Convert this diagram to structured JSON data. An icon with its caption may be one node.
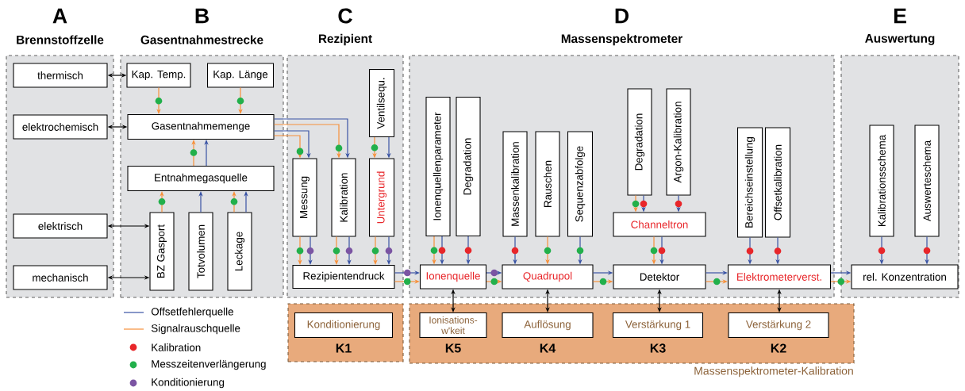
{
  "diagram": {
    "nodes": [
      {
        "text": [
          "A",
          "Brennstoffzelle"
        ]
      },
      {
        "text": [
          "thermisch"
        ],
        "in": 0
      },
      {
        "text": [
          "elektrochemisch"
        ],
        "in": 0
      },
      {
        "text": [
          "elektrisch"
        ],
        "in": 0
      },
      {
        "text": [
          "mechanisch"
        ],
        "in": 0
      },
      {
        "text": [
          "B",
          "Gasentnahmestrecke"
        ]
      },
      {
        "text": [
          "Kap. Temp."
        ],
        "in": 5
      },
      {
        "text": [
          "Kap. Länge"
        ],
        "in": 5
      },
      {
        "text": [
          "Gasentnahmemenge"
        ],
        "in": 5
      },
      {
        "text": [
          "Entnahmegasquelle"
        ],
        "in": 5
      },
      {
        "text": [
          "BZ Gasport"
        ],
        "in": 5
      },
      {
        "text": [
          "Totvolumen"
        ],
        "in": 5
      },
      {
        "text": [
          "Leckage"
        ],
        "in": 5
      },
      {
        "text": [
          "C",
          "Rezipient"
        ]
      },
      {
        "text": [
          "Ventilsequ."
        ],
        "in": 13
      },
      {
        "text": [
          "Messung"
        ],
        "in": 13
      },
      {
        "text": [
          "Kalibration"
        ],
        "in": 13
      },
      {
        "text": [
          "Untergrund"
        ],
        "in": 13
      },
      {
        "text": [
          "Rezipientendruck"
        ],
        "in": 13
      },
      {
        "text": [
          "D",
          "Massenspektrometer"
        ]
      },
      {
        "text": [
          "Ionenquellenparameter"
        ],
        "in": 19
      },
      {
        "text": [
          "Degradation"
        ],
        "in": 19
      },
      {
        "text": [
          "Massenkalibration"
        ],
        "in": 19
      },
      {
        "text": [
          "Rauschen"
        ],
        "in": 19
      },
      {
        "text": [
          "Sequenzabfolge"
        ],
        "in": 19
      },
      {
        "text": [
          "Degradation"
        ],
        "in": 19
      },
      {
        "text": [
          "Argon-Kalibration"
        ],
        "in": 19
      },
      {
        "text": [
          "Bereichseinstellung"
        ],
        "in": 19
      },
      {
        "text": [
          "Offsetkalibration"
        ],
        "in": 19
      },
      {
        "text": [
          "Ionenquelle"
        ],
        "in": 19
      },
      {
        "text": [
          "Quadrupol"
        ],
        "in": 19
      },
      {
        "text": [
          "Channeltron"
        ],
        "in": 19
      },
      {
        "text": [
          "Detektor"
        ],
        "in": 19
      },
      {
        "text": [
          "Elektrometerverst."
        ],
        "in": 19
      },
      {
        "text": [
          "E",
          "Auswertung"
        ]
      },
      {
        "text": [
          "Kalibrationsschema"
        ],
        "in": 34
      },
      {
        "text": [
          "Auswerteschema"
        ],
        "in": 34
      },
      {
        "text": [
          "rel. Konzentration"
        ],
        "in": 34
      },
      {
        "text": [],
        "shape": "box"
      },
      {
        "text": [
          "Konditionierung"
        ],
        "in": 38,
        "beside": [
          "K1"
        ]
      },
      {
        "text": [
          "Massenspektrometer-Kalibration"
        ]
      },
      {
        "text": [
          "Ionisations-w'keit"
        ],
        "in": 40,
        "beside": [
          "K5"
        ]
      },
      {
        "text": [
          "Auflösung"
        ],
        "in": 40,
        "beside": [
          "K4"
        ]
      },
      {
        "text": [
          "Verstärkung 1"
        ],
        "in": 40,
        "beside": [
          "K3"
        ]
      },
      {
        "text": [
          "Verstärkung 2"
        ],
        "in": 40,
        "beside": [
          "K2"
        ]
      }
    ],
    "edges": [
      {
        "from": 1,
        "to": 6,
        "arrow": "both",
        "color": "#000000"
      },
      {
        "from": 2,
        "to": 8,
        "arrow": "both",
        "color": "#000000"
      },
      {
        "from": 3,
        "to": 10,
        "arrow": "both",
        "color": "#000000"
      },
      {
        "from": 4,
        "to": 10,
        "arrow": "both",
        "color": "#000000"
      },
      {
        "from": 6,
        "to": 8,
        "arrow": "to",
        "color": "#f7903a"
      },
      {
        "from": 7,
        "to": 8,
        "arrow": "to",
        "color": "#f7903a"
      },
      {
        "from": 9,
        "to": 8,
        "arrow": "to",
        "color": "#f7903a"
      },
      {
        "from": 9,
        "to": 8,
        "arrow": "to",
        "color": "#3953a4"
      },
      {
        "from": 10,
        "to": 9,
        "arrow": "to",
        "color": "#f7903a"
      },
      {
        "from": 11,
        "to": 9,
        "arrow": "to",
        "color": "#3953a4"
      },
      {
        "from": 12,
        "to": 9,
        "arrow": "to",
        "color": "#f7903a"
      },
      {
        "from": 12,
        "to": 9,
        "arrow": "to",
        "color": "#3953a4"
      },
      {
        "from": 8,
        "to": 16,
        "arrow": "to",
        "color": "#3953a4"
      },
      {
        "from": 8,
        "to": 16,
        "arrow": "to",
        "color": "#f7903a"
      },
      {
        "from": 8,
        "to": 15,
        "arrow": "to",
        "color": "#3953a4"
      },
      {
        "from": 8,
        "to": 15,
        "arrow": "to",
        "color": "#f7903a"
      },
      {
        "from": 14,
        "to": 17,
        "arrow": "to",
        "color": "#f7903a"
      },
      {
        "from": 14,
        "to": 17,
        "arrow": "to",
        "color": "#3953a4"
      },
      {
        "from": 15,
        "to": 18,
        "arrow": "to",
        "color": "#f7903a"
      },
      {
        "from": 15,
        "to": 18,
        "arrow": "to",
        "color": "#3953a4"
      },
      {
        "from": 16,
        "to": 18,
        "arrow": "to",
        "color": "#f7903a"
      },
      {
        "from": 16,
        "to": 18,
        "arrow": "to",
        "color": "#3953a4"
      },
      {
        "from": 17,
        "to": 18,
        "arrow": "to",
        "color": "#f7903a"
      },
      {
        "from": 17,
        "to": 18,
        "arrow": "to",
        "color": "#3953a4"
      },
      {
        "from": 18,
        "to": 29,
        "arrow": "to",
        "color": "#3953a4"
      },
      {
        "from": 18,
        "to": 29,
        "arrow": "to",
        "color": "#f7903a"
      },
      {
        "from": 20,
        "to": 29,
        "arrow": "to",
        "color": "#f7903a"
      },
      {
        "from": 20,
        "to": 29,
        "arrow": "to",
        "color": "#3953a4"
      },
      {
        "from": 21,
        "to": 29,
        "arrow": "to",
        "color": "#3953a4"
      },
      {
        "from": 29,
        "to": 30,
        "arrow": "to",
        "color": "#3953a4"
      },
      {
        "from": 29,
        "to": 30,
        "arrow": "to",
        "color": "#f7903a"
      },
      {
        "from": 22,
        "to": 30,
        "arrow": "to",
        "color": "#3953a4"
      },
      {
        "from": 23,
        "to": 30,
        "arrow": "to",
        "color": "#f7903a"
      },
      {
        "from": 24,
        "to": 30,
        "arrow": "to",
        "color": "#3953a4"
      },
      {
        "from": 30,
        "to": 32,
        "arrow": "to",
        "color": "#3953a4"
      },
      {
        "from": 30,
        "to": 32,
        "arrow": "to",
        "color": "#f7903a"
      },
      {
        "from": 25,
        "to": 31,
        "arrow": "to",
        "color": "#f7903a"
      },
      {
        "from": 25,
        "to": 31,
        "arrow": "to",
        "color": "#3953a4"
      },
      {
        "from": 26,
        "to": 31,
        "arrow": "to",
        "color": "#3953a4"
      },
      {
        "from": 31,
        "to": 32,
        "arrow": "to",
        "color": "#f7903a"
      },
      {
        "from": 31,
        "to": 32,
        "arrow": "to",
        "color": "#3953a4"
      },
      {
        "from": 32,
        "to": 33,
        "arrow": "to",
        "color": "#3953a4"
      },
      {
        "from": 32,
        "to": 33,
        "arrow": "to",
        "color": "#f7903a"
      },
      {
        "from": 27,
        "to": 33,
        "arrow": "to",
        "color": "#3953a4"
      },
      {
        "from": 28,
        "to": 33,
        "arrow": "to",
        "color": "#3953a4"
      },
      {
        "from": 33,
        "to": 37,
        "arrow": "to",
        "color": "#3953a4"
      },
      {
        "from": 33,
        "to": 37,
        "arrow": "to",
        "color": "#f7903a"
      },
      {
        "from": 35,
        "to": 37,
        "arrow": "to",
        "color": "#3953a4"
      },
      {
        "from": 36,
        "to": 37,
        "arrow": "to",
        "color": "#3953a4"
      },
      {
        "from": 29,
        "to": 41,
        "arrow": "both",
        "color": "#000000"
      },
      {
        "from": 30,
        "to": 42,
        "arrow": "both",
        "color": "#000000"
      },
      {
        "from": 32,
        "to": 43,
        "arrow": "both",
        "color": "#000000"
      },
      {
        "from": 33,
        "to": 44,
        "arrow": "both",
        "color": "#000000"
      }
    ],
    "legend": [
      {
        "text": "Offsetfehlerquelle"
      },
      {
        "text": "Signalrauschquelle"
      },
      {
        "text": "Kalibration",
        "color": "#e8262a"
      },
      {
        "text": "Messzeitenverlängerung",
        "color": "#22b04b"
      },
      {
        "text": "Konditionierung",
        "color": "#7b55a3"
      }
    ]
  }
}
